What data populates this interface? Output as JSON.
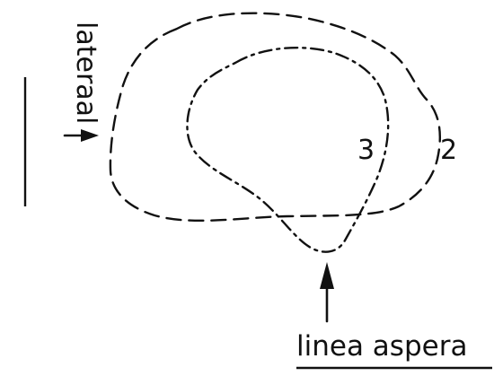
{
  "labels": {
    "lateral": "lateraal",
    "linea_aspera": "linea aspera",
    "contour_2": "2",
    "contour_3": "3"
  },
  "colors": {
    "ink": "#111111",
    "background": "#ffffff"
  }
}
